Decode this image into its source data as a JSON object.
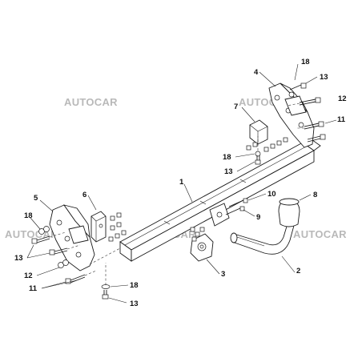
{
  "watermark": "AUTOCAR",
  "callouts": {
    "c1": "1",
    "c2": "2",
    "c3": "3",
    "c4": "4",
    "c5": "5",
    "c6": "6",
    "c7": "7",
    "c8": "8",
    "c9": "9",
    "c10": "10",
    "c11a": "11",
    "c11b": "11",
    "c12a": "12",
    "c12b": "12",
    "c13a": "13",
    "c13b": "13",
    "c13c": "13",
    "c13d": "13",
    "c18a": "18",
    "c18b": "18",
    "c18c": "18",
    "c18d": "18"
  }
}
